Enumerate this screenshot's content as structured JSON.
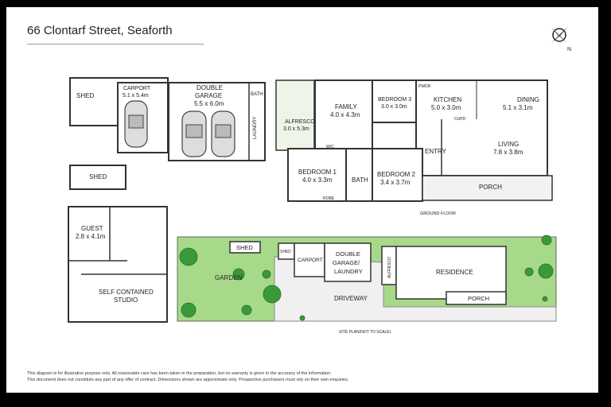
{
  "title": "66 Clontarf Street, Seaforth",
  "rooms": {
    "shed_top": "SHED",
    "carport_name": "CARPORT",
    "carport_dim": "5.1 x 5.4m",
    "garage_name1": "DOUBLE",
    "garage_name2": "GARAGE",
    "garage_dim": "5.5 x 6.0m",
    "bath": "BATH",
    "laundry": "LAUNDRY",
    "shed_mid": "SHED",
    "guest_name": "GUEST",
    "guest_dim": "2.8 x 4.1m",
    "studio1": "SELF CONTAINED",
    "studio2": "STUDIO",
    "alfresco_name": "ALFRESCO",
    "alfresco_dim": "3.0 x 5.3m",
    "family_name": "FAMILY",
    "family_dim": "4.0 x 4.3m",
    "bed3_name": "BEDROOM 3",
    "bed3_dim": "3.0 x 3.0m",
    "kitchen_name": "KITCHEN",
    "kitchen_dim": "5.0 x 3.0m",
    "dining_name": "DINING",
    "dining_dim": "5.1 x 3.1m",
    "living_name": "LIVING",
    "living_dim": "7.8 x 3.8m",
    "entry": "ENTRY",
    "porch": "PORCH",
    "bed1_name": "BEDROOM 1",
    "bed1_dim": "4.0 x 3.3m",
    "bath2": "BATH",
    "bed2_name": "BEDROOM 2",
    "bed2_dim": "3.4 x 3.7m",
    "wc": "W/C",
    "robe": "ROBE",
    "pwdr": "PWDR",
    "cupd": "CUPD",
    "ground_floor": "GROUND FLOOR"
  },
  "site": {
    "shed": "SHED",
    "shed_small": "SHED",
    "carport": "CARPORT",
    "garage1": "DOUBLE",
    "garage2": "GARAGE/",
    "garage3": "LAUNDRY",
    "alfresco": "ALFRESCO",
    "residence": "RESIDENCE",
    "porch": "PORCH",
    "garden": "GARDEN",
    "driveway": "DRIVEWAY",
    "caption": "SITE PLAN(NOT TO SCALE)"
  },
  "compass": {
    "letter": "N"
  },
  "disclaimer": {
    "line1": "This diagram is for illustrative purpose only. All reasonable care has been taken in the preparation, but no warranty is given to the accuracy of the information.",
    "line2": "This document does not constitute any part of any offer of contract. Dimensions shown are approximate only. Prospective purchasers must rely on their own enquiries."
  },
  "colors": {
    "grass": "#a7d98a",
    "tree": "#3a9a3a",
    "paving": "#f0f0f0",
    "wall": "#333333"
  }
}
